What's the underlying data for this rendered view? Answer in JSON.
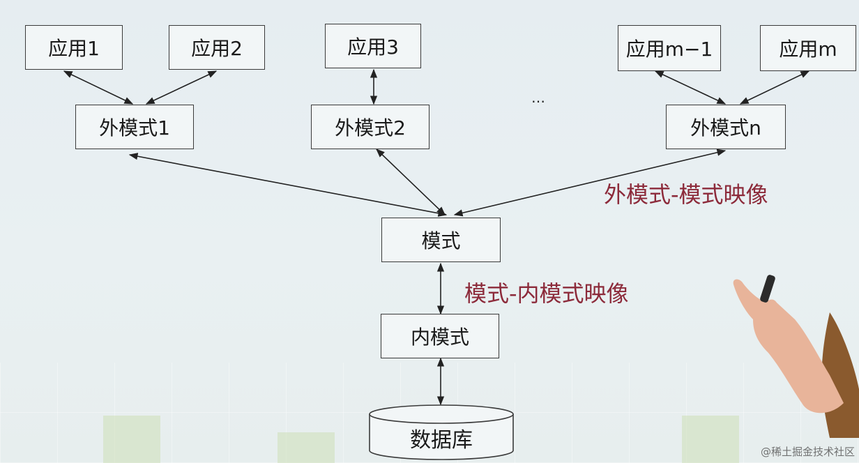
{
  "apps": [
    "应用1",
    "应用2",
    "应用3",
    "应用m−1",
    "应用m"
  ],
  "external_schemas": [
    "外模式1",
    "外模式2",
    "外模式n"
  ],
  "ellipsis": "…",
  "schema": "模式",
  "internal_schema": "内模式",
  "database": "数据库",
  "mappings": {
    "external_schema": "外模式-模式映像",
    "schema_internal": "模式-内模式映像"
  },
  "watermark": "@稀土掘金技术社区",
  "colors": {
    "mapping_text": "#8c2a3a",
    "box_border": "#3a3a3a",
    "arrow": "#222222"
  }
}
